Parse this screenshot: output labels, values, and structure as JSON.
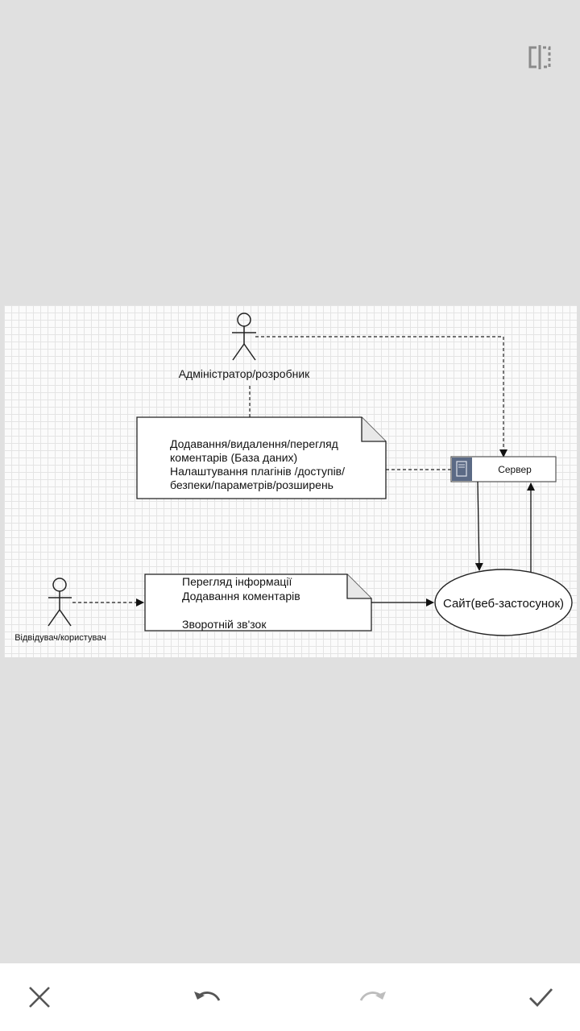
{
  "toolbar": {
    "compare_icon": "compare-split-icon"
  },
  "diagram": {
    "admin_label": "Адміністратор/розробник",
    "admin_note_lines": [
      "Додавання/видалення/перегляд",
      "коментарів (База даних)",
      "Налаштування плагінів /доступів/",
      "безпеки/параметрів/розширень"
    ],
    "server_label": "Сервер",
    "server_icon": "server-icon",
    "visitor_label": "Відвідувач/користувач",
    "visitor_note_lines": [
      "Перегляд інформації",
      "Додавання коментарів",
      "",
      "Зворотній зв'зок"
    ],
    "site_label": "Сайт(веб-застосунок)"
  },
  "bottom_bar": {
    "cancel_icon": "close-icon",
    "undo_icon": "undo-icon",
    "redo_icon": "redo-icon",
    "apply_icon": "check-icon"
  },
  "colors": {
    "background": "#e0e0e0",
    "server_icon_fill": "#5b6a85",
    "bar_icon": "#555555",
    "redo_disabled": "#bdbdbd"
  }
}
